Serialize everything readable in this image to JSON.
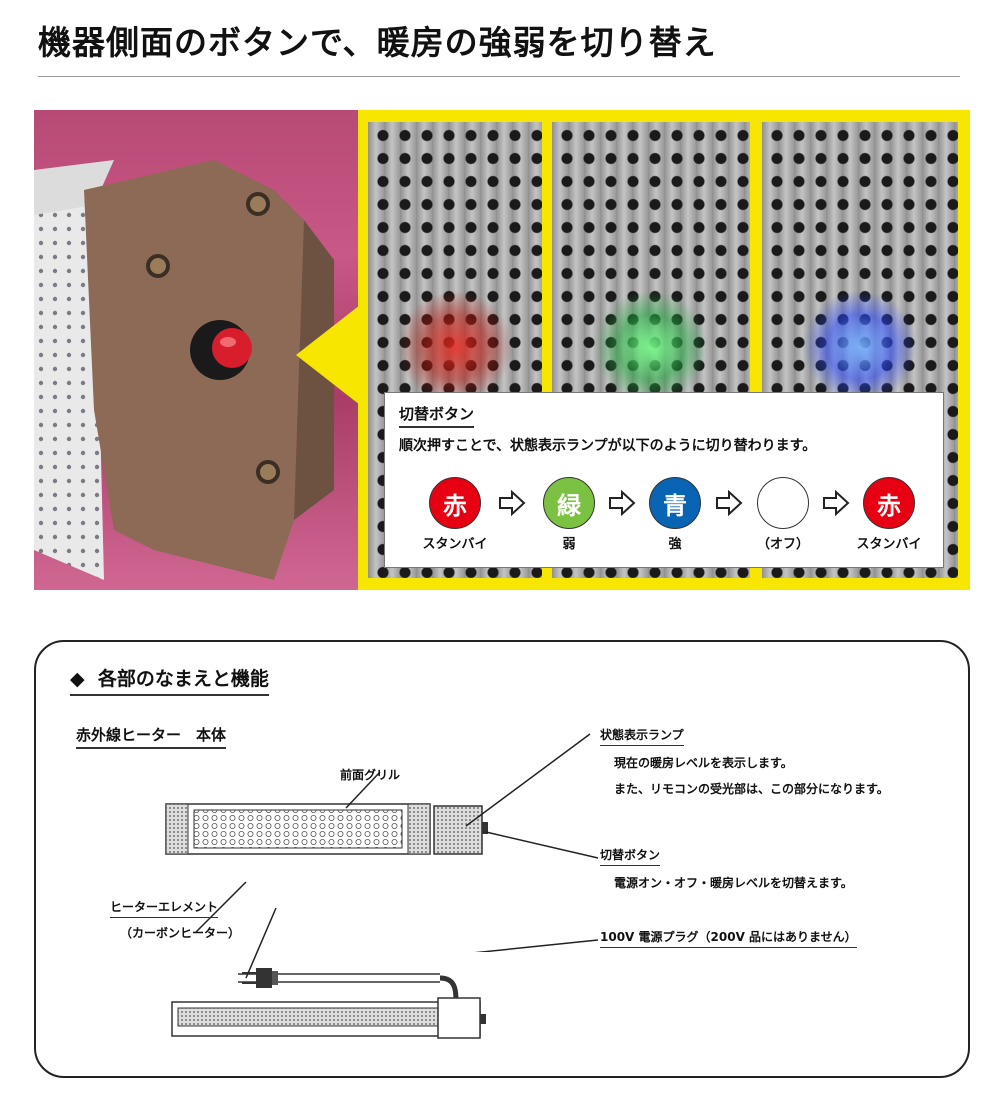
{
  "header": {
    "title": "機器側面のボタンで、暖房の強弱を切り替え"
  },
  "callout": {
    "title": "切替ボタン",
    "text": "順次押すことで、状態表示ランプが以下のように切り替わります。",
    "sequence": [
      {
        "glyph": "赤",
        "label": "スタンバイ",
        "color": "#e60012"
      },
      {
        "glyph": "緑",
        "label": "弱",
        "color": "#7cc242"
      },
      {
        "glyph": "青",
        "label": "強",
        "color": "#0a64b4"
      },
      {
        "glyph": "",
        "label": "（オフ）",
        "color": "#ffffff"
      },
      {
        "glyph": "赤",
        "label": "スタンバイ",
        "color": "#e60012"
      }
    ],
    "arrow_icon": "right-outline-arrow-icon"
  },
  "functions": {
    "heading_icon": "diamond-bullet-icon",
    "heading": "各部のなまえと機能",
    "body_label": "赤外線ヒーター　本体",
    "front_grille": "前面グリル",
    "element": "ヒーターエレメント",
    "element_sub": "（カーボンヒーター）",
    "lamp_title": "状態表示ランプ",
    "lamp_desc_1": "現在の暖房レベルを表示します。",
    "lamp_desc_2": "また、リモコンの受光部は、この部分になります。",
    "switch_title": "切替ボタン",
    "switch_desc": "電源オン・オフ・暖房レベルを切替えます。",
    "plug_title": "100V 電源プラグ（200V 品にはありません）"
  },
  "colors": {
    "accent_yellow": "#f7e600",
    "glow_red": "#d0201a",
    "glow_green": "#2ec24a",
    "glow_blue": "#2a4cff"
  }
}
